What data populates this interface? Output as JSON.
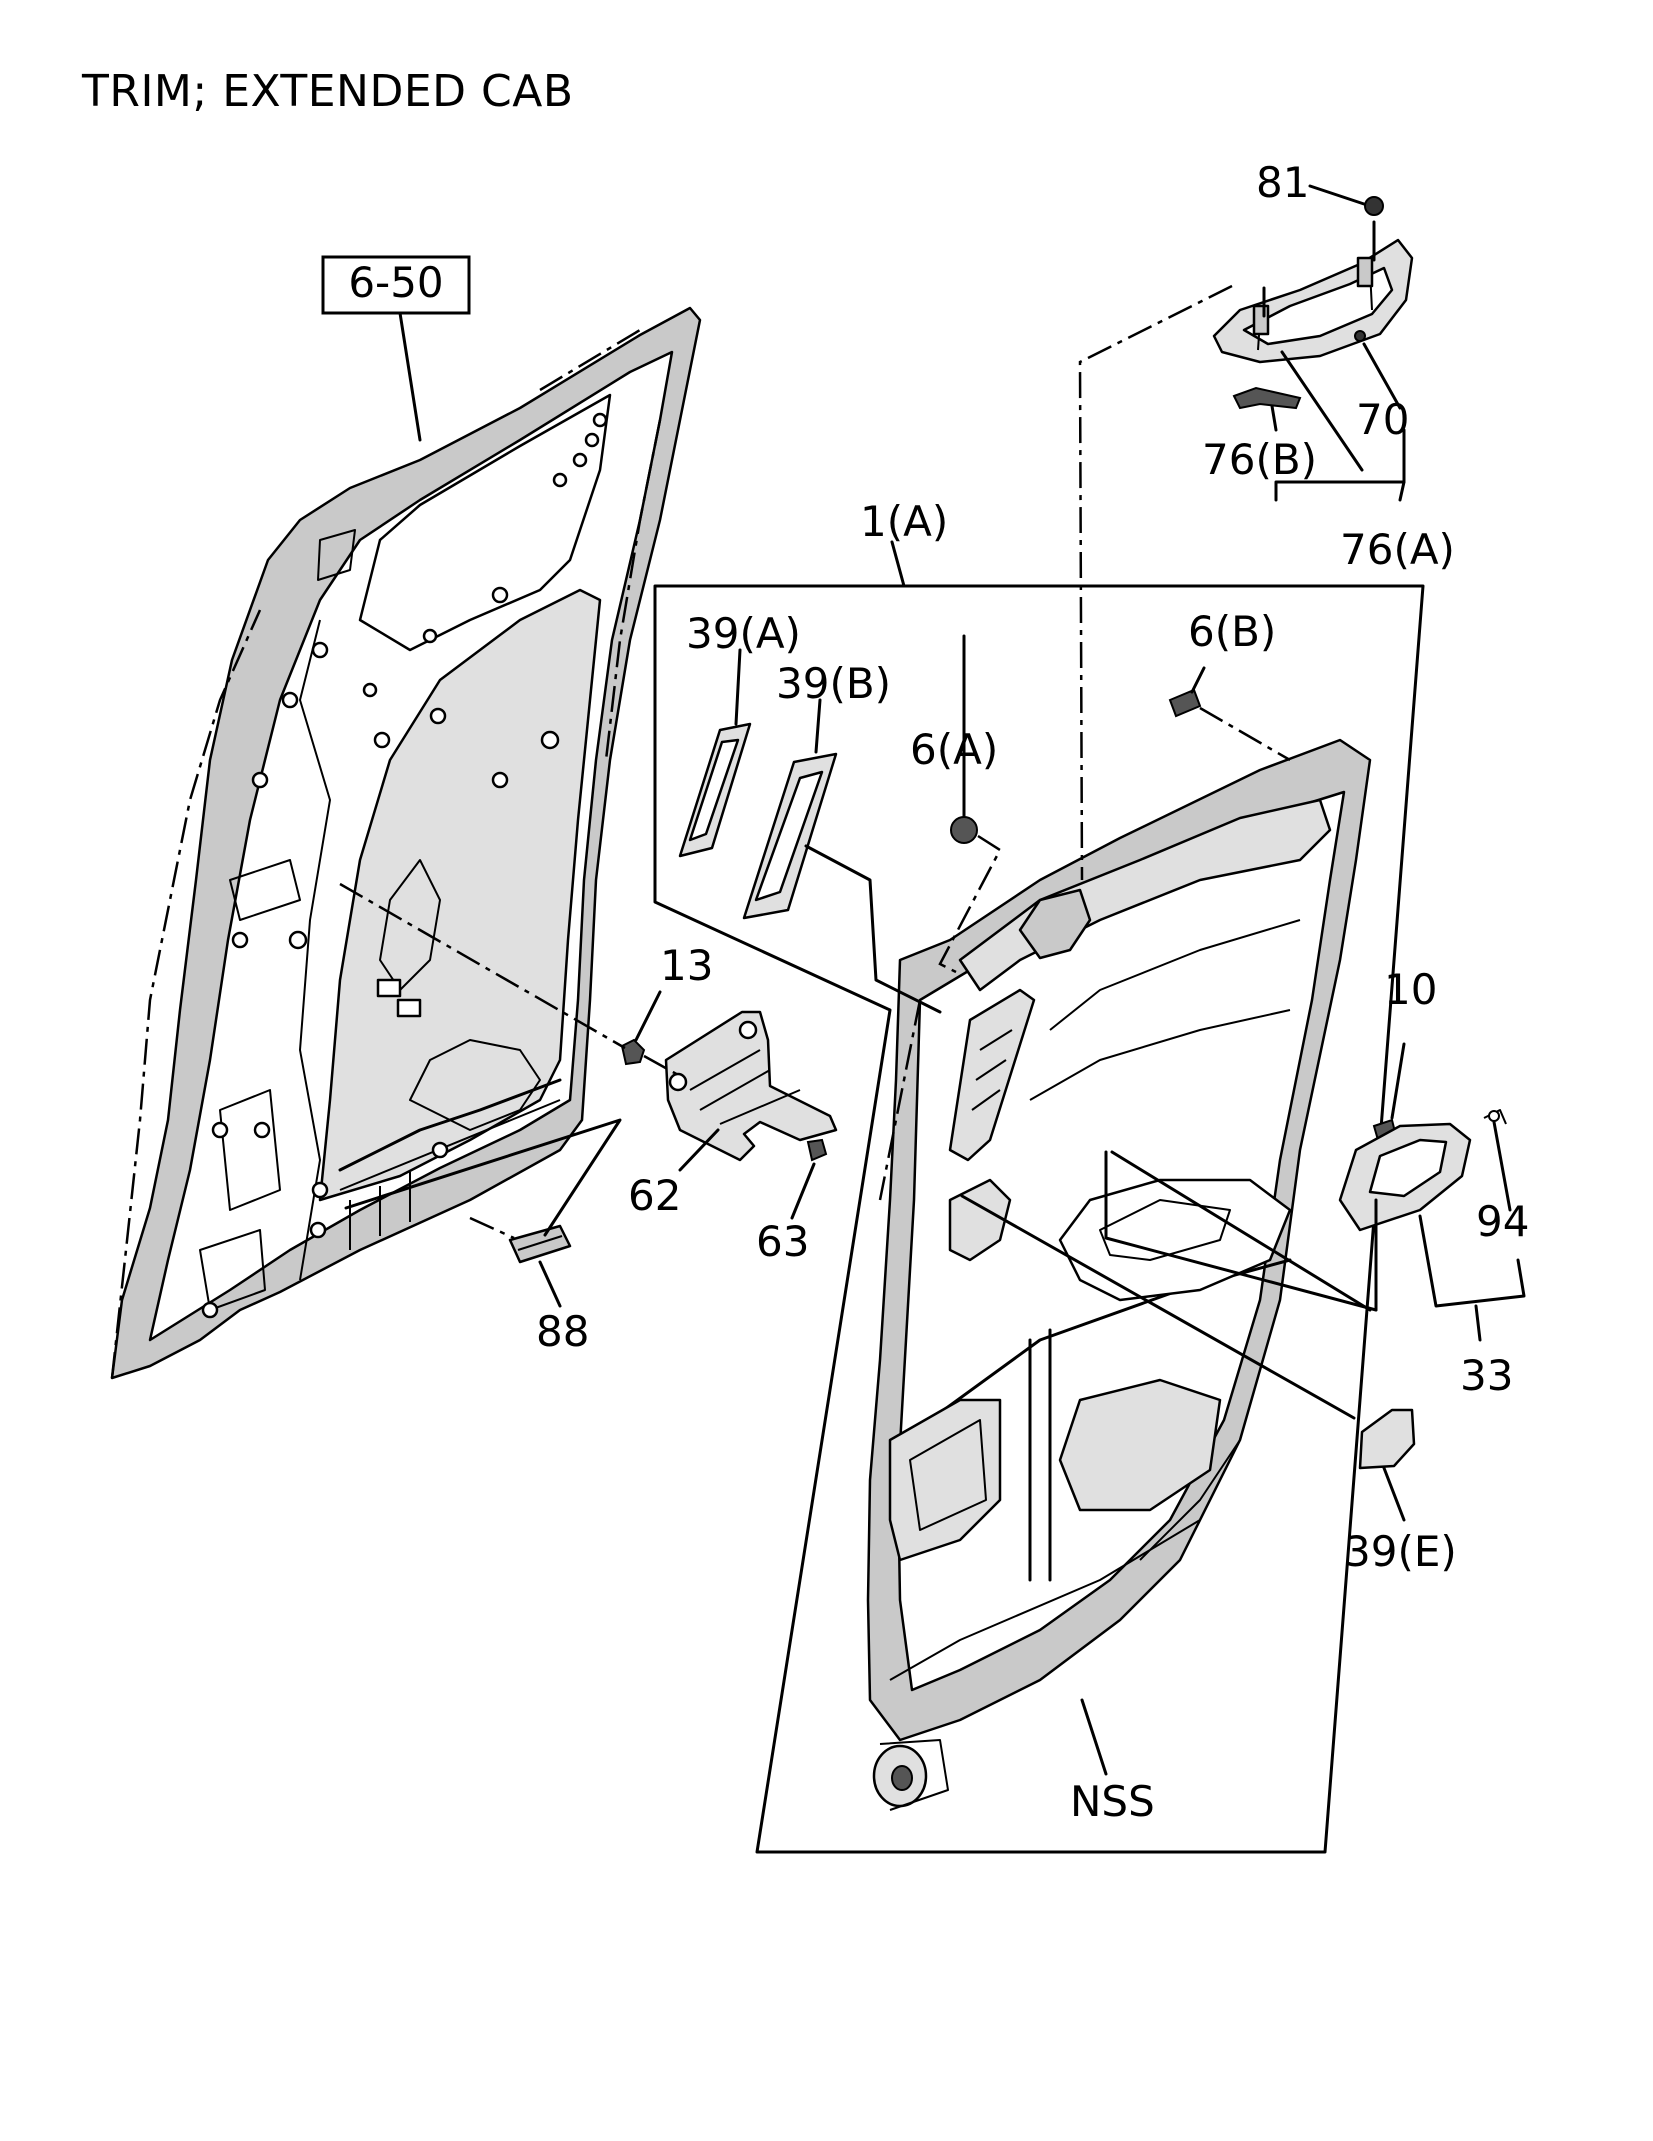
{
  "title": "TRIM; EXTENDED CAB",
  "ref_box": "6-50",
  "callouts": {
    "c81": "81",
    "c70": "70",
    "c76b": "76(B)",
    "c76a": "76(A)",
    "c1a": "1(A)",
    "c39a": "39(A)",
    "c39b": "39(B)",
    "c6b": "6(B)",
    "c6a": "6(A)",
    "c13": "13",
    "c62": "62",
    "c63": "63",
    "c88": "88",
    "c10": "10",
    "c94": "94",
    "c33": "33",
    "c39e": "39(E)",
    "nss": "NSS"
  }
}
